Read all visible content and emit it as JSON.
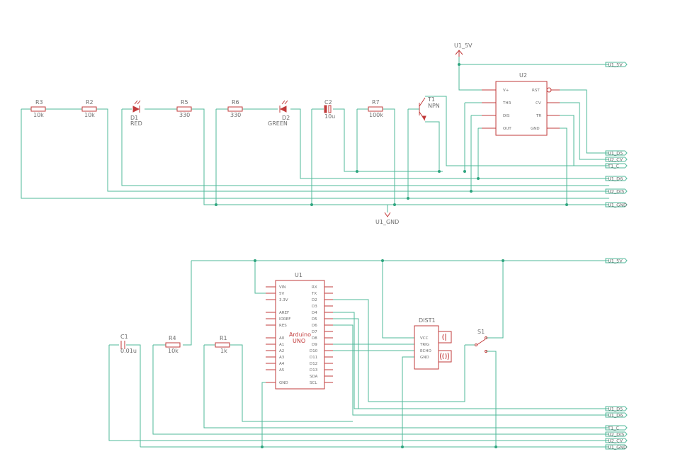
{
  "components": {
    "R3": {
      "ref": "R3",
      "value": "10k"
    },
    "R2": {
      "ref": "R2",
      "value": "10k"
    },
    "D1": {
      "ref": "D1",
      "value": "RED"
    },
    "R5": {
      "ref": "R5",
      "value": "330"
    },
    "R6": {
      "ref": "R6",
      "value": "330"
    },
    "D2": {
      "ref": "D2",
      "value": "GREEN"
    },
    "C2": {
      "ref": "C2",
      "value": "10u"
    },
    "R7": {
      "ref": "R7",
      "value": "100k"
    },
    "T1": {
      "ref": "T1",
      "value": "NPN"
    },
    "U2": {
      "ref": "U2",
      "pins_left": [
        "V+",
        "THR",
        "DIS",
        "OUT"
      ],
      "pins_right": [
        "RST",
        "CV",
        "TR",
        "GND"
      ]
    },
    "U1": {
      "ref": "U1",
      "name_line1": "Arduino",
      "name_line2": "UNO",
      "pins_left": [
        "VIN",
        "5V",
        "3.3V",
        "",
        "AREF",
        "IOREF",
        "RES",
        "",
        "A0",
        "A1",
        "A2",
        "A3",
        "A4",
        "A5",
        "",
        "GND"
      ],
      "pins_right": [
        "RX",
        "TX",
        "D2",
        "D3",
        "D4",
        "D5",
        "D6",
        "D7",
        "D8",
        "D9",
        "D10",
        "D11",
        "D12",
        "D13",
        "SDA",
        "SCL"
      ]
    },
    "C1": {
      "ref": "C1",
      "value": "0.01u"
    },
    "R4": {
      "ref": "R4",
      "value": "10k"
    },
    "R1": {
      "ref": "R1",
      "value": "1k"
    },
    "DIST1": {
      "ref": "DIST1",
      "pins": [
        "VCC",
        "TRIG",
        "ECHO",
        "GND"
      ]
    },
    "S1": {
      "ref": "S1"
    }
  },
  "power": {
    "u1_5v_top": "U1_5V",
    "u1_gnd_mid": "U1_GND"
  },
  "nets_top": [
    "U1_5V",
    "U1_D5",
    "U2_CV",
    "T1_C",
    "U1_D6",
    "U2_DIS",
    "U1_GND"
  ],
  "nets_bottom": [
    "U1_5V",
    "U1_D5",
    "U1_D6",
    "T1_C",
    "U2_DIS",
    "U2_CV",
    "U1_GND"
  ]
}
